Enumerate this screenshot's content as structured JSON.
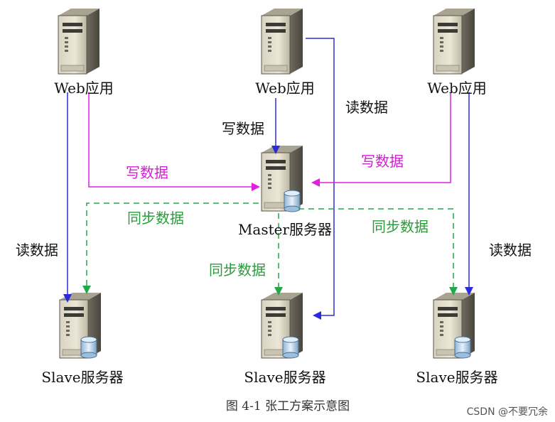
{
  "nodes": {
    "web_left": "Web应用",
    "web_center": "Web应用",
    "web_right": "Web应用",
    "master": "Master服务器",
    "slave_left": "Slave服务器",
    "slave_center": "Slave服务器",
    "slave_right": "Slave服务器"
  },
  "edge_labels": {
    "write_center": "写数据",
    "write_left": "写数据",
    "write_right": "写数据",
    "read_center": "读数据",
    "read_left": "读数据",
    "read_right": "读数据",
    "sync_left": "同步数据",
    "sync_center": "同步数据",
    "sync_right": "同步数据"
  },
  "caption": "图 4-1 张工方案示意图",
  "watermark": "CSDN @不要冗余",
  "colors": {
    "read_line": "#2b2bd8",
    "write_line": "#e020e0",
    "sync_line": "#22a84a"
  }
}
